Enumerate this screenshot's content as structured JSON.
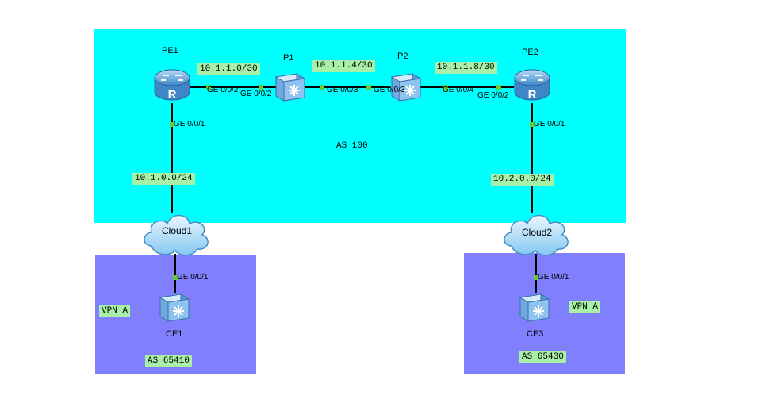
{
  "nodes": {
    "pe1": "PE1",
    "p1": "P1",
    "p2": "P2",
    "pe2": "PE2",
    "ce1": "CE1",
    "ce3": "CE3",
    "cloud1": "Cloud1",
    "cloud2": "Cloud2"
  },
  "subnets": {
    "pe1_p1": "10.1.1.0/30",
    "p1_p2": "10.1.1.4/30",
    "p2_pe2": "10.1.1.8/30",
    "pe1_cloud": "10.1.0.0/24",
    "pe2_cloud": "10.2.0.0/24"
  },
  "ports": {
    "pe1_to_p1": "GE 0/0/2",
    "p1_to_pe1": "GE 0/0/2",
    "p1_to_p2": "GE 0/0/3",
    "p2_to_p1": "GE 0/0/3",
    "p2_to_pe2": "GE 0/0/4",
    "pe2_to_p2": "GE 0/0/2",
    "pe1_down": "GE 0/0/1",
    "pe2_down": "GE 0/0/1",
    "ce1_up": "GE 0/0/1",
    "ce3_up": "GE 0/0/1"
  },
  "zones": {
    "core": "AS 100",
    "site1_vpn": "VPN A",
    "site1_as": "AS 65410",
    "site3_vpn": "VPN A",
    "site3_as": "AS 65430"
  },
  "colors": {
    "core_area": "#00ffff",
    "vpn_area": "#8080ff",
    "label_bg": "#a8f0a8",
    "port_dot": "#66cc33",
    "link": "#000000",
    "device_blue": "#7fb6e8"
  },
  "icons": {
    "router": "router-icon",
    "switch": "l3-switch-icon",
    "cloud": "cloud-icon"
  }
}
